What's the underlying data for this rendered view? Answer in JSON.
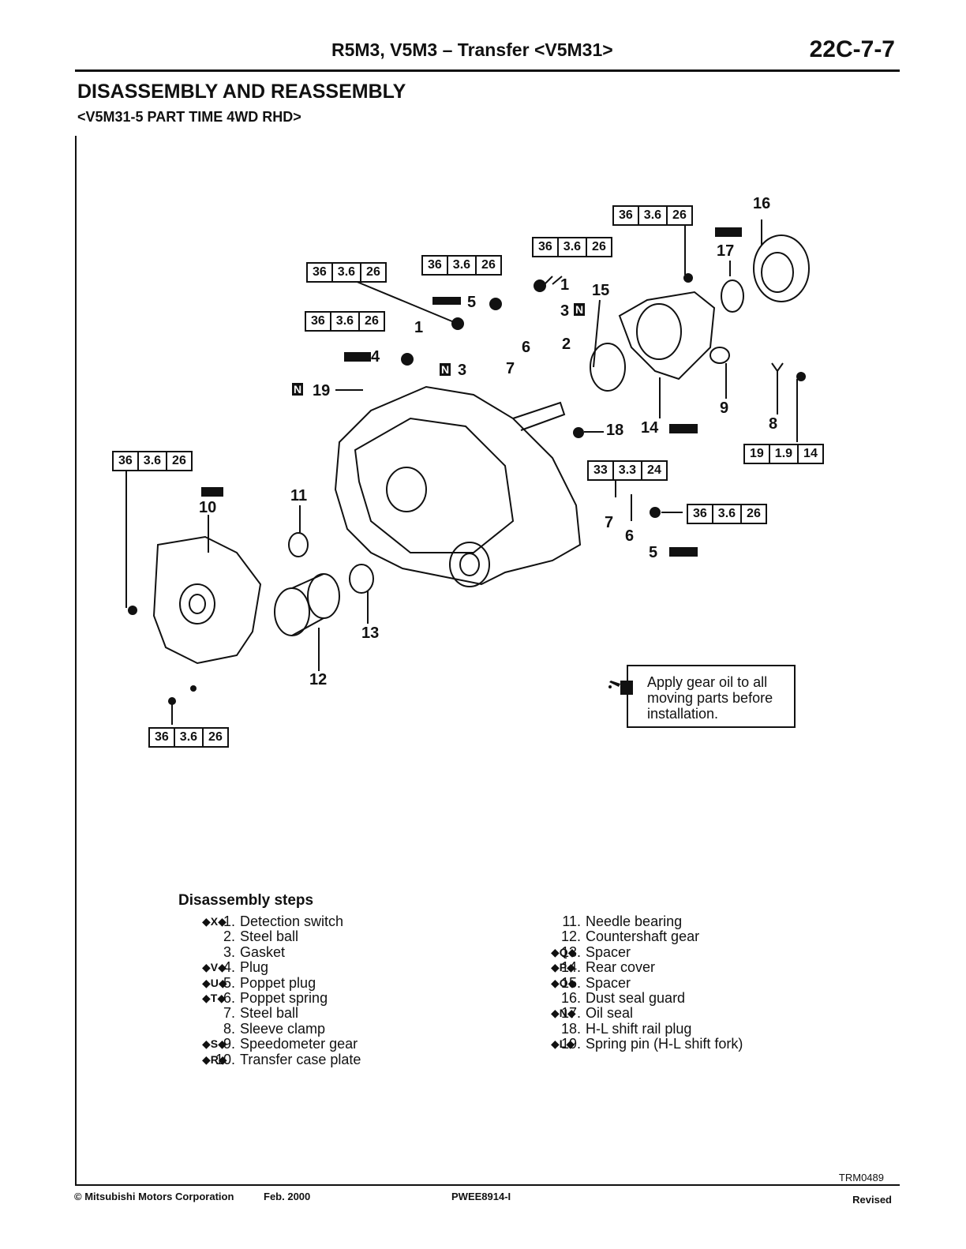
{
  "header": {
    "title": "R5M3, V5M3 – Transfer <V5M31>",
    "page_number": "22C-7-7"
  },
  "section": {
    "title": "DISASSEMBLY AND REASSEMBLY",
    "subtitle": "<V5M31-5 PART TIME 4WD RHD>"
  },
  "torque_specs": [
    [
      "36",
      "3.6",
      "26"
    ],
    [
      "19",
      "1.9",
      "14"
    ],
    [
      "33",
      "3.3",
      "24"
    ]
  ],
  "callouts": {
    "c1": "1",
    "c2": "2",
    "c3": "3",
    "c4": "4",
    "c5": "5",
    "c6": "6",
    "c7": "7",
    "c8": "8",
    "c9": "9",
    "c10": "10",
    "c11": "11",
    "c12": "12",
    "c13": "13",
    "c14": "14",
    "c15": "15",
    "c16": "16",
    "c17": "17",
    "c18": "18",
    "c19": "19",
    "n": "N"
  },
  "note": {
    "text": "Apply gear oil to all moving parts before installation."
  },
  "steps": {
    "heading": "Disassembly steps",
    "left": [
      {
        "mark": "◆X◆",
        "num": "1.",
        "label": "Detection switch"
      },
      {
        "mark": "",
        "num": "2.",
        "label": "Steel ball"
      },
      {
        "mark": "",
        "num": "3.",
        "label": "Gasket"
      },
      {
        "mark": "◆V◆",
        "num": "4.",
        "label": "Plug"
      },
      {
        "mark": "◆U◆",
        "num": "5.",
        "label": "Poppet plug"
      },
      {
        "mark": "◆T◆",
        "num": "6.",
        "label": "Poppet spring"
      },
      {
        "mark": "",
        "num": "7.",
        "label": "Steel ball"
      },
      {
        "mark": "",
        "num": "8.",
        "label": "Sleeve clamp"
      },
      {
        "mark": "◆S◆",
        "num": "9.",
        "label": "Speedometer gear"
      },
      {
        "mark": "◆R◆",
        "num": "10.",
        "label": "Transfer case plate"
      }
    ],
    "right": [
      {
        "mark": "",
        "num": "11.",
        "label": "Needle bearing"
      },
      {
        "mark": "",
        "num": "12.",
        "label": "Countershaft gear"
      },
      {
        "mark": "◆Q◆",
        "num": "13.",
        "label": "Spacer"
      },
      {
        "mark": "◆P◆",
        "num": "14.",
        "label": "Rear cover"
      },
      {
        "mark": "◆O◆",
        "num": "15.",
        "label": "Spacer"
      },
      {
        "mark": "",
        "num": "16.",
        "label": "Dust seal guard"
      },
      {
        "mark": "◆N◆",
        "num": "17.",
        "label": "Oil seal"
      },
      {
        "mark": "",
        "num": "18.",
        "label": "H-L shift rail plug"
      },
      {
        "mark": "◆L◆",
        "num": "19.",
        "label": "Spring pin (H-L shift fork)"
      }
    ]
  },
  "footer": {
    "figure_code": "TRM0489",
    "copyright": "© Mitsubishi Motors Corporation",
    "date": "Feb. 2000",
    "doc_code": "PWEE8914-I",
    "status": "Revised"
  }
}
